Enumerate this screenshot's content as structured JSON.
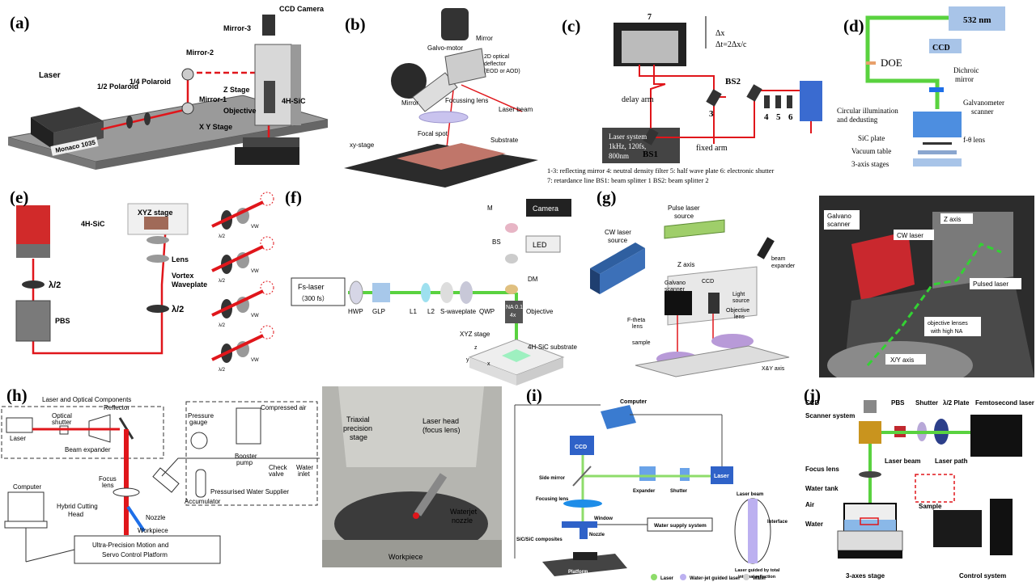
{
  "panels": {
    "a": {
      "label": "(a)",
      "laser_box": "Monaco 1035",
      "laser": "Laser",
      "pol_half": "1/2 Polaroid",
      "pol_quarter": "1/4 Polaroid",
      "mirror1": "Mirror-1",
      "mirror2": "Mirror-2",
      "mirror3": "Mirror-3",
      "ccd": "CCD Camera",
      "zstage": "Z Stage",
      "objective": "Objective",
      "xystage": "X Y Stage",
      "sample": "4H-SiC"
    },
    "b": {
      "label": "(b)",
      "galvo": "Galvo-motor",
      "mirror_top": "Mirror",
      "deflector1": "2D optical",
      "deflector2": "deflector",
      "deflector3": "(EOD or AOD)",
      "mirror_bottom": "Mirror",
      "lens": "Focussing lens",
      "beam": "Laser beam",
      "xy": "xy-stage",
      "focal": "Focal spot",
      "substrate": "Substrate"
    },
    "c": {
      "label": "(c)",
      "n7": "7",
      "dx": "Δx",
      "dt": "Δt=2Δx/c",
      "delay": "delay arm",
      "bs2": "BS2",
      "laser1": "Laser system",
      "laser2": "1kHz, 120fs,",
      "laser3": "800nm",
      "n3": "3",
      "n4": "4",
      "n5": "5",
      "n6": "6",
      "bs1": "BS1",
      "fixed": "fixed arm",
      "legend1": "1-3: reflecting mirror  4: neutral density filter  5: half wave plate  6: electronic shutter",
      "legend2": "7: retardance line   BS1: beam splitter 1   BS2: beam splitter 2"
    },
    "d": {
      "label": "(d)",
      "wl": "532 nm",
      "doe": "DOE",
      "ccd": "CCD",
      "dichroic1": "Dichroic",
      "dichroic2": "mirror",
      "galvo1": "Galvanometer",
      "galvo2": "scanner",
      "circ1": "Circular illumination",
      "circ2": "and dedusting",
      "ftheta": "f-θ lens",
      "sic": "SiC plate",
      "vac": "Vacuum table",
      "axis": "3-axis stages"
    },
    "e": {
      "label": "(e)",
      "xyz": "XYZ stage",
      "sic": "4H-SiC",
      "lens": "Lens",
      "vortex1": "Vortex",
      "vortex2": "Waveplate",
      "half_a": "λ/2",
      "half_b": "λ/2",
      "pbs": "PBS",
      "vw": "VW",
      "half_small": "λ/2"
    },
    "f": {
      "label": "(f)",
      "m": "M",
      "camera": "Camera",
      "bs": "BS",
      "led": "LED",
      "dm": "DM",
      "fs1": "Fs-laser",
      "fs2": "（300 fs）",
      "hwp": "HWP",
      "glp": "GLP",
      "l1": "L1",
      "l2": "L2",
      "swave": "S-waveplate",
      "qwp": "QWP",
      "na1": "NA 0.1",
      "na2": "4x",
      "objective": "Objective",
      "xyz": "XYZ stage",
      "sub": "4H-SiC substrate",
      "ax_x": "x",
      "ax_y": "y",
      "ax_z": "z"
    },
    "g": {
      "label": "(g)",
      "pulse1": "Pulse laser",
      "pulse2": "source",
      "cw1": "CW laser",
      "cw2": "source",
      "zaxis": "Z axis",
      "be1": "beam",
      "be2": "expander",
      "galvo1": "Galvano",
      "galvo2": "scanner",
      "ccd": "CCD",
      "light1": "Light",
      "light2": "source",
      "obj1": "Objective",
      "obj2": "lens",
      "fth1": "F-theta",
      "fth2": "lens",
      "sample": "sample",
      "xy": "X&Y axis",
      "photo_galvo1": "Galvano",
      "photo_galvo2": "scanner",
      "photo_z": "Z axis",
      "photo_cw": "CW laser",
      "photo_pulsed": "Pulsed laser",
      "photo_obj1": "objective lenses",
      "photo_obj2": "with high NA",
      "photo_xy": "X/Y axis"
    },
    "h": {
      "label": "(h)",
      "box_title": "Laser and Optical Components",
      "laser": "Laser",
      "shutter1": "Optical",
      "shutter2": "shutter",
      "reflector": "Reflector",
      "expander": "Beam expander",
      "gauge1": "Pressure",
      "gauge2": "gauge",
      "air": "Compressed air",
      "computer": "Computer",
      "focus1": "Focus",
      "focus2": "lens",
      "hybrid1": "Hybrid Cutting",
      "hybrid2": "Head",
      "nozzle": "Nozzle",
      "work": "Workpiece",
      "booster1": "Booster",
      "booster2": "pump",
      "check1": "Check",
      "check2": "valve",
      "water1": "Water",
      "water2": "inlet",
      "accum": "Accumulator",
      "supplier": "Pressurised Water Supplier",
      "platform1": "Ultra-Precision Motion and",
      "platform2": "Servo Control Platform",
      "photo_stage1": "Triaxial",
      "photo_stage2": "precision",
      "photo_stage3": "stage",
      "photo_head1": "Laser head",
      "photo_head2": "(focus lens)",
      "photo_jet1": "Waterjet",
      "photo_jet2": "nozzle",
      "photo_work": "Workpiece"
    },
    "i": {
      "label": "(i)",
      "computer": "Computer",
      "ccd": "CCD",
      "side": "Side mirror",
      "expander": "Expander",
      "shutter": "Shutter",
      "laser": "Laser",
      "focusing": "Focusing lens",
      "window": "Window",
      "nozzle": "Nozzle",
      "sic": "SiC/SiC composites",
      "water": "Water supply system",
      "platform": "Platform",
      "beam": "Laser beam",
      "interface": "Interface",
      "guided1": "Laser guided by total",
      "guided2": "internal reflection",
      "leg1": "Laser",
      "leg2": "Water-jet guided laser",
      "leg3": "Water"
    },
    "j": {
      "label": "(j)",
      "ccd": "CCD",
      "scanner": "Scanner system",
      "pbs": "PBS",
      "shutter": "Shutter",
      "halfplate": "λ/2 Plate",
      "fs": "Femtosecond laser",
      "focus": "Focus lens",
      "beam": "Laser beam",
      "path": "Laser path",
      "tank": "Water tank",
      "air": "Air",
      "water": "Water",
      "sample": "Sample",
      "stage": "3-axes stage",
      "control": "Control system"
    }
  },
  "colors": {
    "laser_red": "#e0161b",
    "green_beam": "#59d23f",
    "blue_beam": "#1e6fe8",
    "green_light": "#8edc6a"
  }
}
